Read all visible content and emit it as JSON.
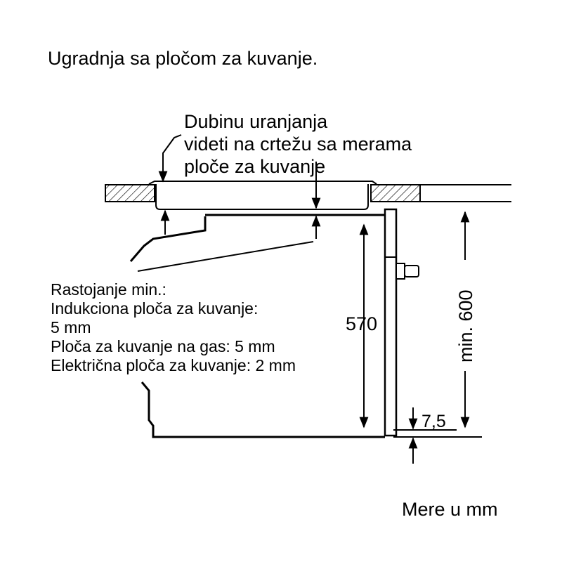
{
  "title": "Ugradnja sa pločom za kuvanje.",
  "note": {
    "lines": [
      "Dubinu uranjanja",
      "videti na crtežu sa merama",
      "ploče za kuvanje"
    ]
  },
  "distance_info": {
    "lines": [
      "Rastojanje min.:",
      "Indukciona ploča za kuvanje:",
      "5 mm",
      "Ploča za kuvanje na gas: 5 mm",
      "Električna ploča za kuvanje: 2 mm"
    ]
  },
  "dimensions": {
    "oven_height": "570",
    "niche_height": "min. 600",
    "bottom_gap": "7,5"
  },
  "units_note": "Mere u mm"
}
